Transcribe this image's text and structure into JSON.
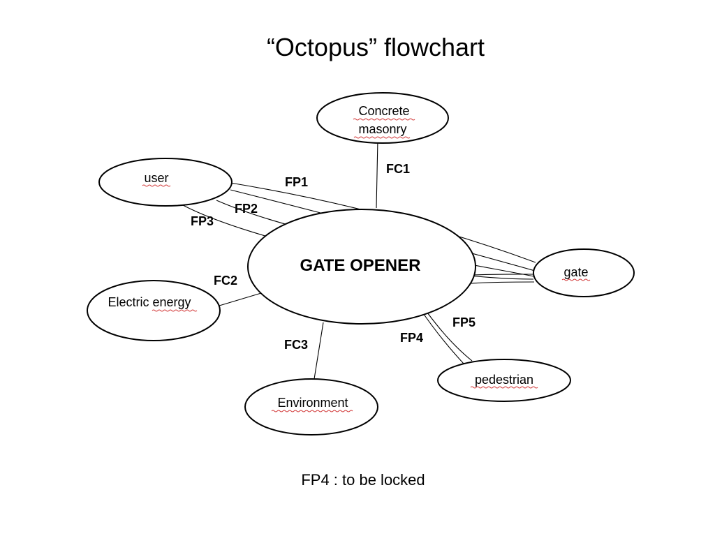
{
  "title": "“Octopus” flowchart",
  "footnote": "FP4 : to be locked",
  "diagram": {
    "hub": {
      "label": "GATE OPENER"
    },
    "nodes": {
      "concrete": {
        "line1": "Concrete",
        "line2": "masonry"
      },
      "user": {
        "label": "user"
      },
      "gate": {
        "label": "gate"
      },
      "electric": {
        "label": "Electric energy"
      },
      "environment": {
        "label": "Environment"
      },
      "pedestrian": {
        "label": "pedestrian"
      }
    },
    "functions": {
      "fc1": "FC1",
      "fc2": "FC2",
      "fc3": "FC3",
      "fp1": "FP1",
      "fp2": "FP2",
      "fp3": "FP3",
      "fp4": "FP4",
      "fp5": "FP5"
    },
    "colors": {
      "stroke": "#000000",
      "spellcheck_underline": "#d23a3a"
    }
  }
}
